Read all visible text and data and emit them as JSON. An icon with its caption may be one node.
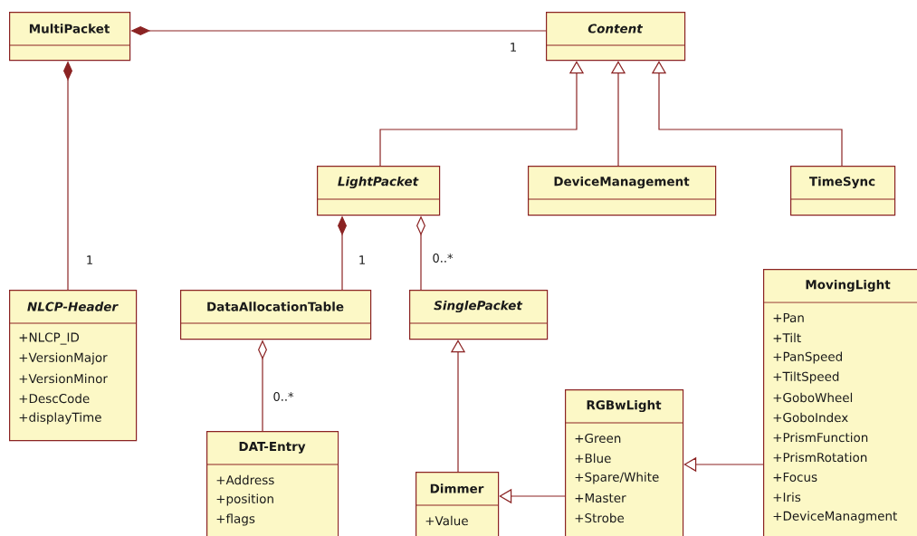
{
  "diagram": {
    "nodes": [
      {
        "text": [
          "MultiPacket"
        ]
      },
      {
        "text": [
          "Content"
        ]
      },
      {
        "text": [
          "LightPacket"
        ]
      },
      {
        "text": [
          "DeviceManagement"
        ]
      },
      {
        "text": [
          "TimeSync"
        ]
      },
      {
        "text": [
          "NLCP-Header",
          "+NLCP_ID",
          "+VersionMajor",
          "+VersionMinor",
          "+DescCode",
          "+displayTime"
        ]
      },
      {
        "text": [
          "DataAllocationTable"
        ]
      },
      {
        "text": [
          "SinglePacket"
        ]
      },
      {
        "text": [
          "MovingLight",
          "+Pan",
          "+Tilt",
          "+PanSpeed",
          "+TiltSpeed",
          "+GoboWheel",
          "+GoboIndex",
          "+PrismFunction",
          "+PrismRotation",
          "+Focus",
          "+Iris",
          "+DeviceManagment"
        ]
      },
      {
        "text": [
          "RGBwLight",
          "+Green",
          "+Blue",
          "+Spare/White",
          "+Master",
          "+Strobe"
        ]
      },
      {
        "text": [
          "DAT-Entry",
          "+Address",
          "+position",
          "+flags"
        ]
      },
      {
        "text": [
          "Dimmer",
          "+Value"
        ]
      }
    ],
    "edges": [
      {
        "from": 0,
        "to": 1,
        "arrow": "other",
        "label": "1"
      },
      {
        "from": 0,
        "to": 5,
        "arrow": "other",
        "label": "1"
      },
      {
        "from": 2,
        "to": 1,
        "arrow": "to"
      },
      {
        "from": 3,
        "to": 1,
        "arrow": "to"
      },
      {
        "from": 4,
        "to": 1,
        "arrow": "to"
      },
      {
        "from": 2,
        "to": 6,
        "arrow": "other",
        "label": "1"
      },
      {
        "from": 2,
        "to": 7,
        "arrow": "other",
        "label": "0..*"
      },
      {
        "from": 6,
        "to": 10,
        "arrow": "other",
        "label": "0..*"
      },
      {
        "from": 11,
        "to": 7,
        "arrow": "to"
      },
      {
        "from": 9,
        "to": 11,
        "arrow": "to"
      },
      {
        "from": 8,
        "to": 9,
        "arrow": "to"
      }
    ]
  }
}
